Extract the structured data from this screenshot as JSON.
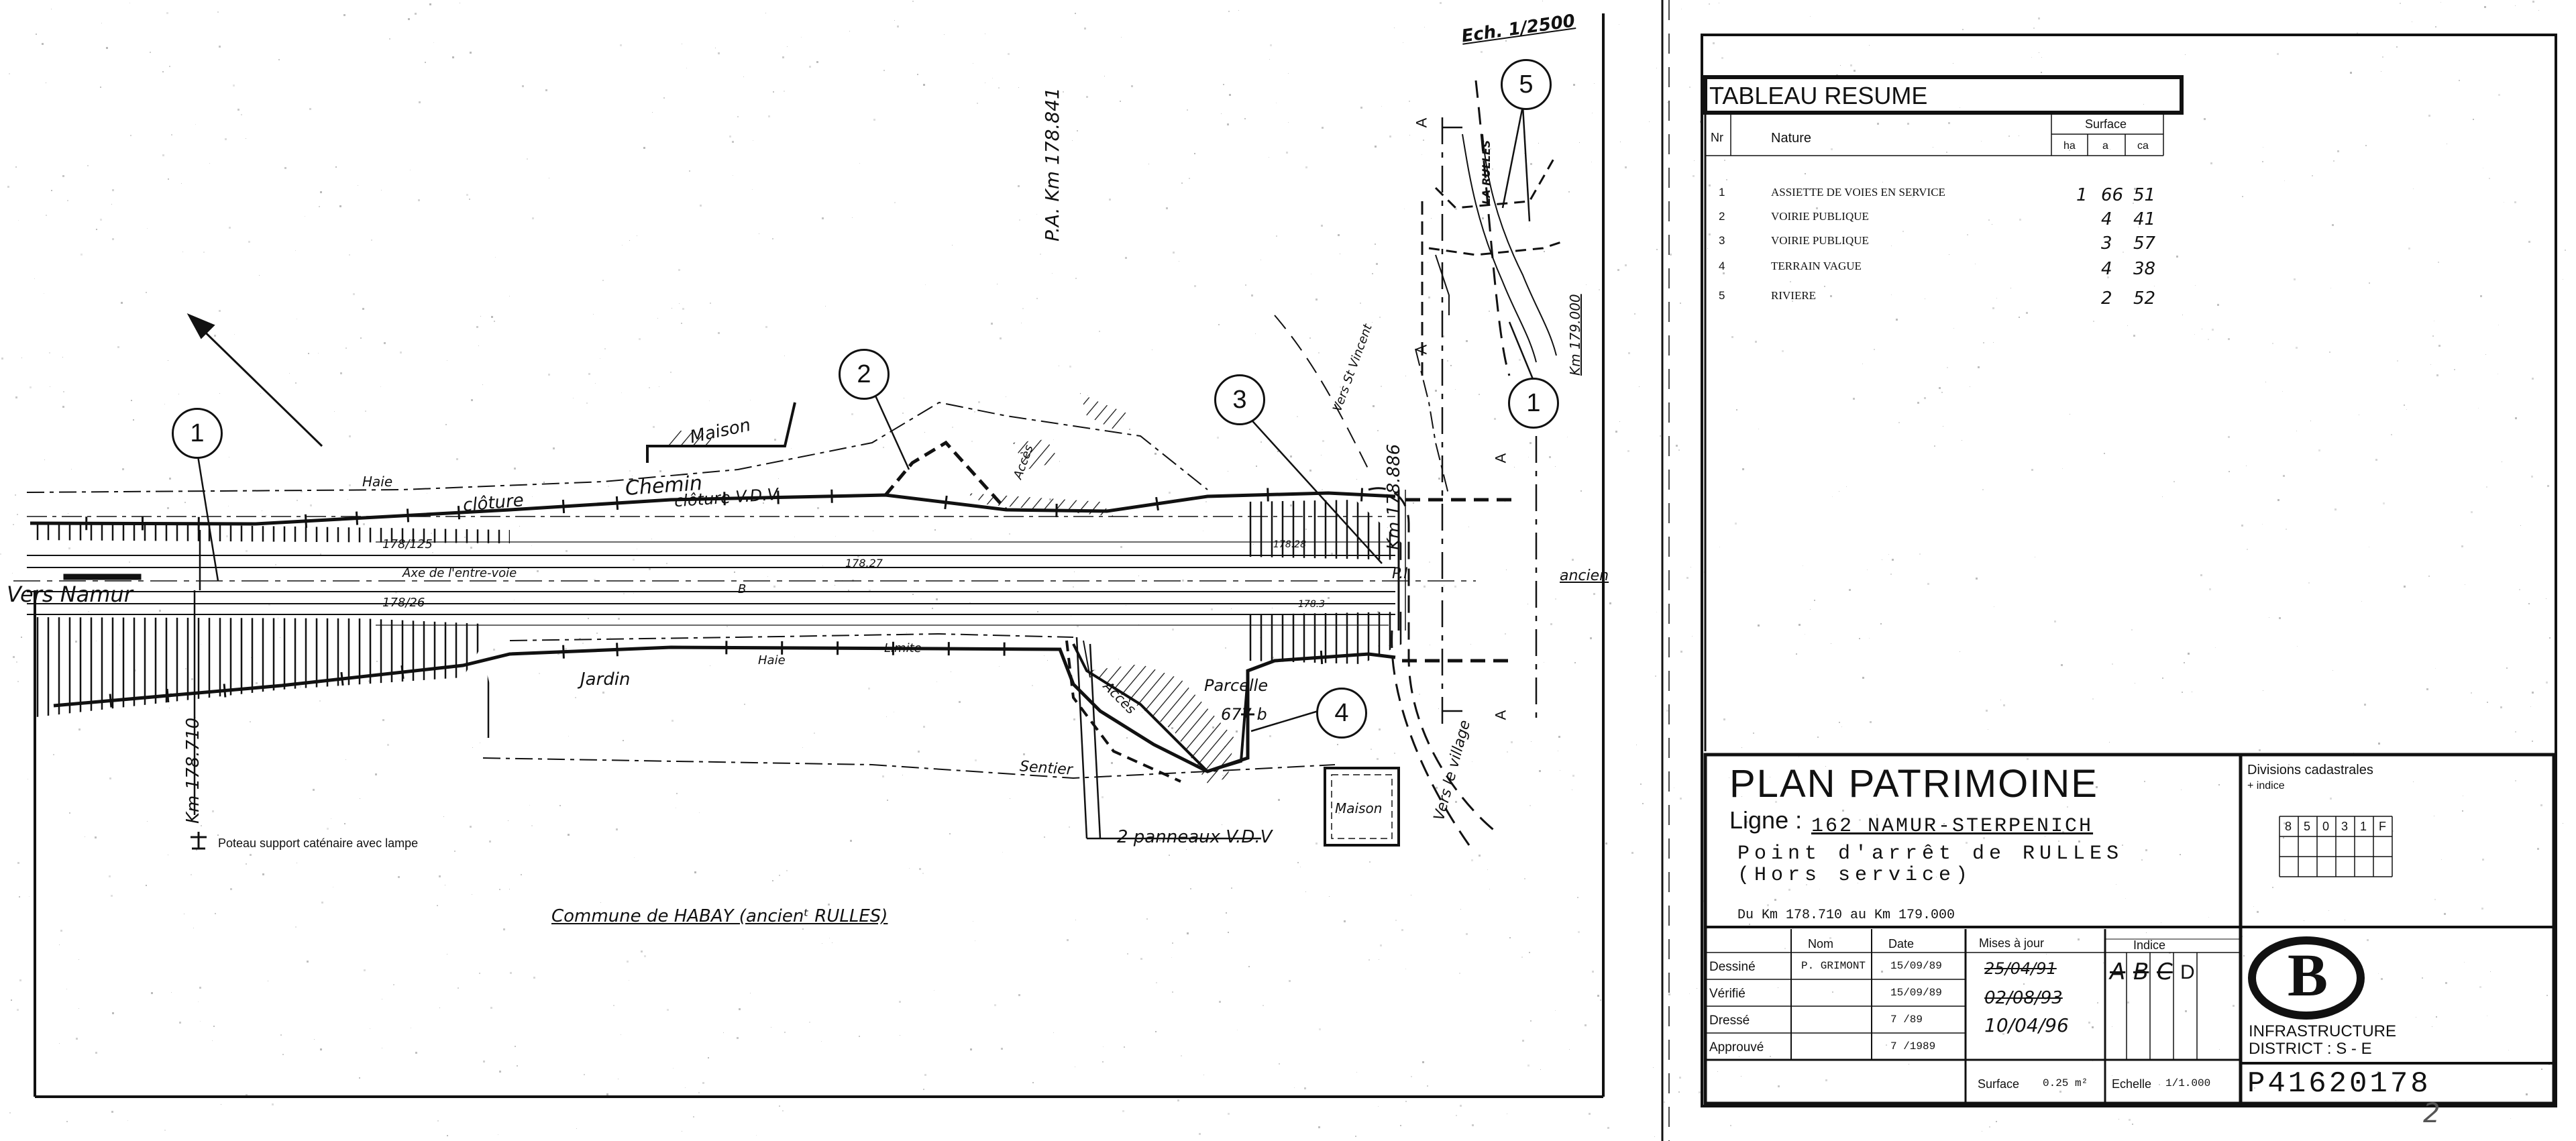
{
  "plan": {
    "scale": "Ech. 1/2500",
    "callouts": [
      "1",
      "2",
      "3",
      "4",
      "5",
      "1"
    ],
    "labels": {
      "pa_km": "P.A. Km 178.841",
      "maison_top": "Maison",
      "haie": "Haie",
      "cloture": "clôture",
      "chemin": "Chemin",
      "cloture_vdv": "clôture V.D.V",
      "acces_top": "Accès",
      "km_178_125": "178/125",
      "axe_entre_voie": "Axe de l'entre-voie",
      "km_178_27": "178.27",
      "b_marker": "B",
      "km_178_26": "178/26",
      "vers_namur": "Vers Namur",
      "km_178_886": "Km 178.886",
      "pi": "P.I",
      "km_178_28": "178.28",
      "km_178_3": "178.3",
      "ancien": "ancien",
      "jardin": "Jardin",
      "limite": "Limite",
      "haie_2": "Haie",
      "acces_bottom": "Accès",
      "parcelle": "Parcelle",
      "parcelle_no": "677 b",
      "sentier": "Sentier",
      "vers_le_village": "Vers le village",
      "maison_bottom": "Maison",
      "panneaux": "2 panneaux V.D.V",
      "km_178_710": "Km 178.710",
      "poteau": "Poteau support caténaire avec lampe",
      "commune": "Commune de HABAY (ancienᵗ RULLES)",
      "la_rulles": "LA RULLES",
      "vers_st_vincent": "Vers St Vincent",
      "km_179_000": "Km 179.000",
      "section_a": "A"
    }
  },
  "summary": {
    "title": "TABLEAU RESUME",
    "col_nr": "Nr",
    "col_nature": "Nature",
    "col_surface": "Surface",
    "units": [
      "ha",
      "a",
      "ca"
    ],
    "rows": [
      {
        "nr": "1",
        "nature": "ASSIETTE DE VOIES EN SERVICE",
        "ha": "1",
        "a": "66",
        "ca": "51"
      },
      {
        "nr": "2",
        "nature": "VOIRIE PUBLIQUE",
        "ha": "",
        "a": "4",
        "ca": "41"
      },
      {
        "nr": "3",
        "nature": "VOIRIE PUBLIQUE",
        "ha": "",
        "a": "3",
        "ca": "57"
      },
      {
        "nr": "4",
        "nature": "TERRAIN VAGUE",
        "ha": "",
        "a": "4",
        "ca": "38"
      },
      {
        "nr": "5",
        "nature": "RIVIERE",
        "ha": "",
        "a": "2",
        "ca": "52"
      }
    ]
  },
  "cartouche": {
    "title": "PLAN PATRIMOINE",
    "ligne_label": "Ligne :",
    "ligne_value": "162 NAMUR-STERPENICH",
    "subtitle_1": "Point d'arrêt de RULLES",
    "subtitle_2": "(Hors service)",
    "range": "Du Km 178.710 au Km 179.000",
    "divisions_label": "Divisions cadastrales",
    "divisions_sub": "+ indice",
    "divisions_values": [
      "8",
      "5",
      "0",
      "3",
      "1",
      "F"
    ],
    "col_nom": "Nom",
    "col_date": "Date",
    "rows": [
      {
        "role": "Dessiné",
        "nom": "P. GRIMONT",
        "date": "15/09/89"
      },
      {
        "role": "Vérifié",
        "nom": "",
        "date": "15/09/89"
      },
      {
        "role": "Dressé",
        "nom": "",
        "date": "7 /89"
      },
      {
        "role": "Approuvé",
        "nom": "",
        "date": "7 /1989"
      }
    ],
    "mises_label": "Mises à jour",
    "mises": [
      "25/04/91",
      "02/08/93",
      "10/04/96"
    ],
    "indice_label": "Indice",
    "indices": [
      "A",
      "B",
      "C",
      "D"
    ],
    "surface_label": "Surface",
    "surface_value": "0.25 m²",
    "echelle_label": "Echelle",
    "echelle_value": "1/1.000",
    "logo_letter": "B",
    "district_1": "INFRASTRUCTURE",
    "district_2": "DISTRICT : S - E",
    "plan_number": "P41620178",
    "sheet_no": "2"
  },
  "colors": {
    "ink": "#111111",
    "paper": "#ffffff",
    "speckle": "#9a9a9a"
  }
}
